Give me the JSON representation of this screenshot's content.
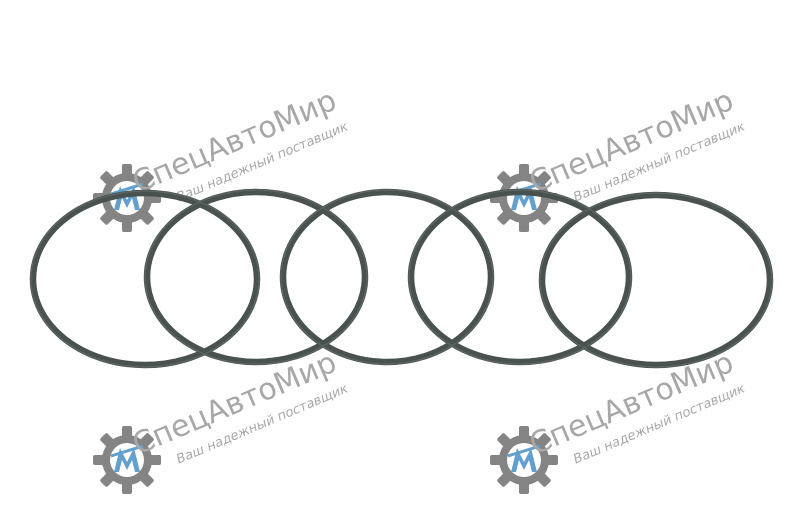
{
  "product": {
    "item_count": 5,
    "item": "o-ring seal",
    "ring_color": "#4a524f"
  },
  "watermark": {
    "brand": "СпецАвтоМир",
    "slogan": "Ваш надежный поставщик",
    "copies": 4,
    "text_color": "#8a8a8a",
    "logo_gear_color": "#5a5a5a",
    "logo_mark_color": "#2f7fbf",
    "logo_icon": "gear-with-letter-m-icon"
  }
}
